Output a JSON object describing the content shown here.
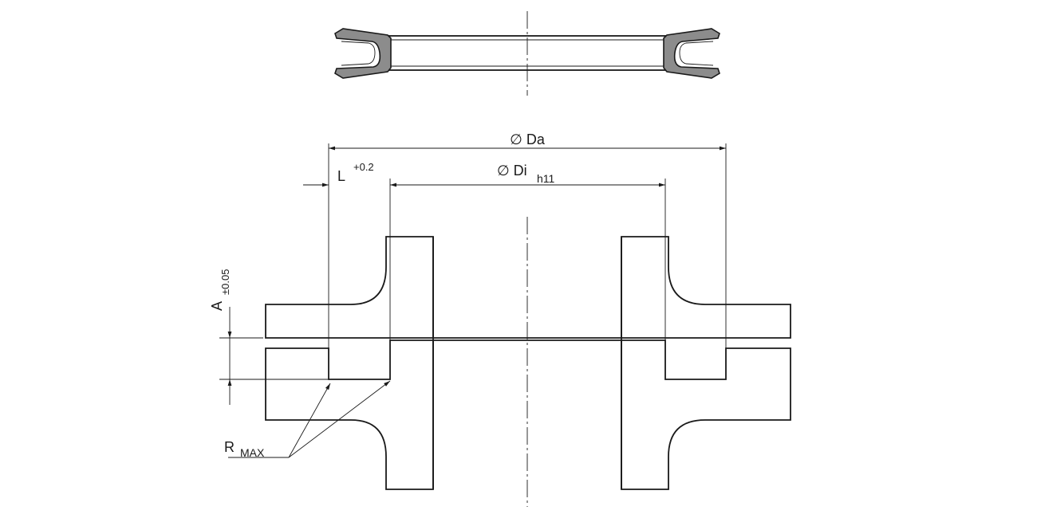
{
  "labels": {
    "outer_diameter": "∅ Da",
    "inner_diameter": "∅ Di",
    "inner_tolerance": "h11",
    "length": "L",
    "length_tolerance": "+0.2",
    "axial": "A",
    "axial_tolerance": "±0.05",
    "radius": "R",
    "radius_sub": "MAX"
  },
  "colors": {
    "line": "#1a1a1a",
    "seal_fill": "#8c8c8c",
    "background": "#ffffff"
  }
}
